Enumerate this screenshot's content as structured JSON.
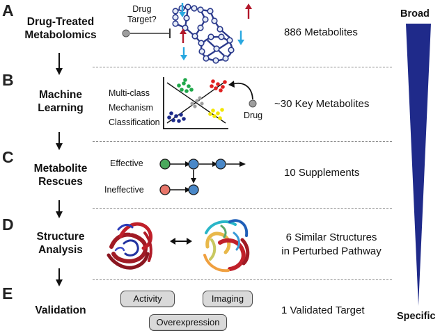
{
  "steps": [
    {
      "letter": "A",
      "title_lines": [
        "Drug-Treated",
        "Metabolomics"
      ],
      "result": "886 Metabolites"
    },
    {
      "letter": "B",
      "title_lines": [
        "Machine",
        "Learning"
      ],
      "result": "~30 Key Metabolites"
    },
    {
      "letter": "C",
      "title_lines": [
        "Metabolite",
        "Rescues"
      ],
      "result": "10 Supplements"
    },
    {
      "letter": "D",
      "title_lines": [
        "Structure",
        "Analysis"
      ],
      "result_lines": [
        "6 Similar Structures",
        "in Perturbed Pathway"
      ]
    },
    {
      "letter": "E",
      "title_lines": [
        "Validation"
      ],
      "result": "1 Validated Target"
    }
  ],
  "panel_a": {
    "drug_target_label": [
      "Drug",
      "Target?"
    ]
  },
  "panel_b": {
    "class_lines": [
      "Multi-class",
      "Mechanism",
      "Classification"
    ],
    "drug_label": "Drug"
  },
  "panel_c": {
    "effective_label": "Effective",
    "ineffective_label": "Ineffective"
  },
  "panel_e": {
    "buttons": [
      "Activity",
      "Imaging",
      "Overexpression"
    ]
  },
  "funnel": {
    "top_label": "Broad",
    "bottom_label": "Specific",
    "color": "#1f2a8a"
  },
  "colors": {
    "network_blue": "#2b3a8c",
    "node_fill": "#e7edf7",
    "arrow_blue": "#29a8e0",
    "arrow_red": "#b2182b",
    "green": "#1fa84a",
    "red": "#e02020",
    "gray": "#a0a0a0",
    "navy": "#1c2a8a",
    "yellow": "#f2e600",
    "node_green": "#4aa85c",
    "node_blue": "#4a88c8",
    "node_salmon": "#e8766a"
  }
}
